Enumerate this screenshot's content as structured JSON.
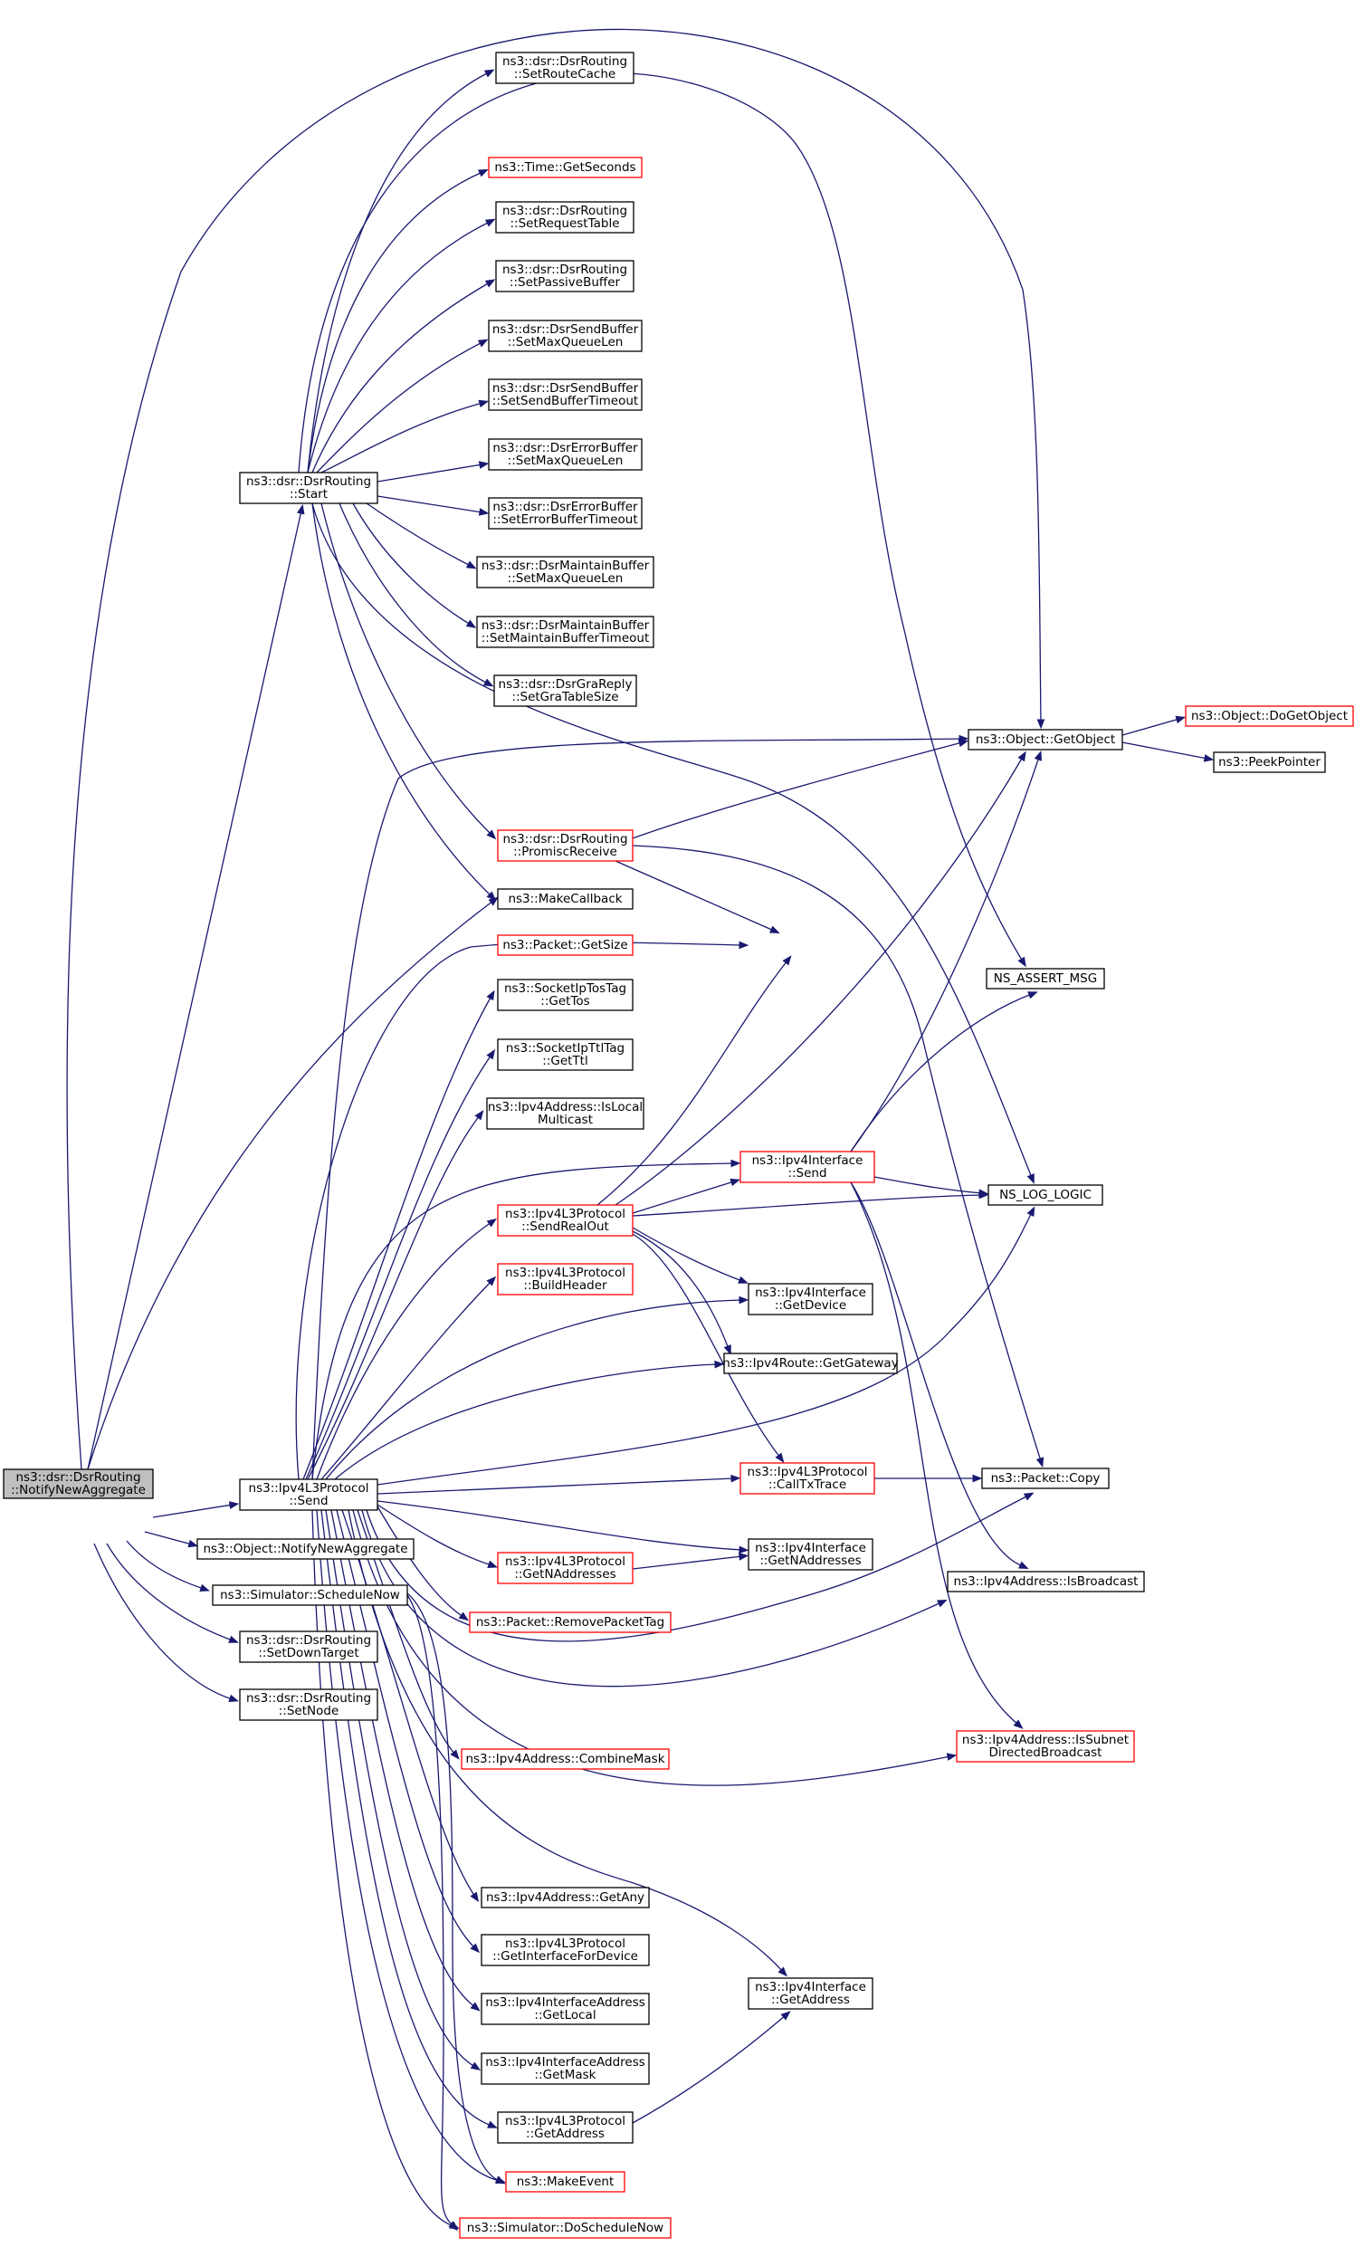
{
  "colors": {
    "edge": "#191970",
    "border_normal": "#000000",
    "border_truncated": "#ff0000",
    "fill_root": "#bfbfbf",
    "fill_normal": "#ffffff"
  },
  "nodes": [
    {
      "id": "root",
      "lines": [
        "ns3::dsr::DsrRouting",
        "::NotifyNewAggregate"
      ],
      "style": "root"
    },
    {
      "id": "start",
      "lines": [
        "ns3::dsr::DsrRouting",
        "::Start"
      ],
      "style": "normal"
    },
    {
      "id": "send",
      "lines": [
        "ns3::Ipv4L3Protocol",
        "::Send"
      ],
      "style": "normal"
    },
    {
      "id": "objNotify",
      "lines": [
        "ns3::Object::NotifyNewAggregate"
      ],
      "style": "normal"
    },
    {
      "id": "schedNow",
      "lines": [
        "ns3::Simulator::ScheduleNow"
      ],
      "style": "normal"
    },
    {
      "id": "setDownTarget",
      "lines": [
        "ns3::dsr::DsrRouting",
        "::SetDownTarget"
      ],
      "style": "normal"
    },
    {
      "id": "setNode",
      "lines": [
        "ns3::dsr::DsrRouting",
        "::SetNode"
      ],
      "style": "normal"
    },
    {
      "id": "setRouteCache",
      "lines": [
        "ns3::dsr::DsrRouting",
        "::SetRouteCache"
      ],
      "style": "normal"
    },
    {
      "id": "getSeconds",
      "lines": [
        "ns3::Time::GetSeconds"
      ],
      "style": "truncated"
    },
    {
      "id": "setRequestTable",
      "lines": [
        "ns3::dsr::DsrRouting",
        "::SetRequestTable"
      ],
      "style": "normal"
    },
    {
      "id": "setPassiveBuffer",
      "lines": [
        "ns3::dsr::DsrRouting",
        "::SetPassiveBuffer"
      ],
      "style": "normal"
    },
    {
      "id": "sbMaxQueueLen",
      "lines": [
        "ns3::dsr::DsrSendBuffer",
        "::SetMaxQueueLen"
      ],
      "style": "normal"
    },
    {
      "id": "sbTimeout",
      "lines": [
        "ns3::dsr::DsrSendBuffer",
        "::SetSendBufferTimeout"
      ],
      "style": "normal"
    },
    {
      "id": "ebMaxQueueLen",
      "lines": [
        "ns3::dsr::DsrErrorBuffer",
        "::SetMaxQueueLen"
      ],
      "style": "normal"
    },
    {
      "id": "ebTimeout",
      "lines": [
        "ns3::dsr::DsrErrorBuffer",
        "::SetErrorBufferTimeout"
      ],
      "style": "normal"
    },
    {
      "id": "mbMaxQueueLen",
      "lines": [
        "ns3::dsr::DsrMaintainBuffer",
        "::SetMaxQueueLen"
      ],
      "style": "normal"
    },
    {
      "id": "mbTimeout",
      "lines": [
        "ns3::dsr::DsrMaintainBuffer",
        "::SetMaintainBufferTimeout"
      ],
      "style": "normal"
    },
    {
      "id": "graSize",
      "lines": [
        "ns3::dsr::DsrGraReply",
        "::SetGraTableSize"
      ],
      "style": "normal"
    },
    {
      "id": "promisc",
      "lines": [
        "ns3::dsr::DsrRouting",
        "::PromiscReceive"
      ],
      "style": "truncated"
    },
    {
      "id": "makeCallback",
      "lines": [
        "ns3::MakeCallback"
      ],
      "style": "normal"
    },
    {
      "id": "getSize",
      "lines": [
        "ns3::Packet::GetSize"
      ],
      "style": "truncated"
    },
    {
      "id": "getTos",
      "lines": [
        "ns3::SocketIpTosTag",
        "::GetTos"
      ],
      "style": "normal"
    },
    {
      "id": "getTtl",
      "lines": [
        "ns3::SocketIpTtlTag",
        "::GetTtl"
      ],
      "style": "normal"
    },
    {
      "id": "isLocalMc",
      "lines": [
        "ns3::Ipv4Address::IsLocal",
        "Multicast"
      ],
      "style": "normal"
    },
    {
      "id": "sendRealOut",
      "lines": [
        "ns3::Ipv4L3Protocol",
        "::SendRealOut"
      ],
      "style": "truncated"
    },
    {
      "id": "buildHeader",
      "lines": [
        "ns3::Ipv4L3Protocol",
        "::BuildHeader"
      ],
      "style": "truncated"
    },
    {
      "id": "getNAddrL3",
      "lines": [
        "ns3::Ipv4L3Protocol",
        "::GetNAddresses"
      ],
      "style": "truncated"
    },
    {
      "id": "removeTag",
      "lines": [
        "ns3::Packet::RemovePacketTag"
      ],
      "style": "truncated"
    },
    {
      "id": "combineMask",
      "lines": [
        "ns3::Ipv4Address::CombineMask"
      ],
      "style": "truncated"
    },
    {
      "id": "getAny",
      "lines": [
        "ns3::Ipv4Address::GetAny"
      ],
      "style": "normal"
    },
    {
      "id": "getIfForDev",
      "lines": [
        "ns3::Ipv4L3Protocol",
        "::GetInterfaceForDevice"
      ],
      "style": "normal"
    },
    {
      "id": "getLocal",
      "lines": [
        "ns3::Ipv4InterfaceAddress",
        "::GetLocal"
      ],
      "style": "normal"
    },
    {
      "id": "getMask",
      "lines": [
        "ns3::Ipv4InterfaceAddress",
        "::GetMask"
      ],
      "style": "normal"
    },
    {
      "id": "getAddrL3",
      "lines": [
        "ns3::Ipv4L3Protocol",
        "::GetAddress"
      ],
      "style": "normal"
    },
    {
      "id": "makeEvent",
      "lines": [
        "ns3::MakeEvent"
      ],
      "style": "truncated"
    },
    {
      "id": "doSchedNow",
      "lines": [
        "ns3::Simulator::DoScheduleNow"
      ],
      "style": "truncated"
    },
    {
      "id": "ifSend",
      "lines": [
        "ns3::Ipv4Interface",
        "::Send"
      ],
      "style": "truncated"
    },
    {
      "id": "ifGetDevice",
      "lines": [
        "ns3::Ipv4Interface",
        "::GetDevice"
      ],
      "style": "normal"
    },
    {
      "id": "getGateway",
      "lines": [
        "ns3::Ipv4Route::GetGateway"
      ],
      "style": "normal"
    },
    {
      "id": "callTxTrace",
      "lines": [
        "ns3::Ipv4L3Protocol",
        "::CallTxTrace"
      ],
      "style": "truncated"
    },
    {
      "id": "ifGetNAddr",
      "lines": [
        "ns3::Ipv4Interface",
        "::GetNAddresses"
      ],
      "style": "normal"
    },
    {
      "id": "ifGetAddress",
      "lines": [
        "ns3::Ipv4Interface",
        "::GetAddress"
      ],
      "style": "normal"
    },
    {
      "id": "getObject",
      "lines": [
        "ns3::Object::GetObject"
      ],
      "style": "normal"
    },
    {
      "id": "nsAssert",
      "lines": [
        "NS_ASSERT_MSG"
      ],
      "style": "normal"
    },
    {
      "id": "nsLog",
      "lines": [
        "NS_LOG_LOGIC"
      ],
      "style": "normal"
    },
    {
      "id": "packetCopy",
      "lines": [
        "ns3::Packet::Copy"
      ],
      "style": "normal"
    },
    {
      "id": "isBroadcast",
      "lines": [
        "ns3::Ipv4Address::IsBroadcast"
      ],
      "style": "normal"
    },
    {
      "id": "isSubnetBc",
      "lines": [
        "ns3::Ipv4Address::IsSubnet",
        "DirectedBroadcast"
      ],
      "style": "truncated"
    },
    {
      "id": "doGetObject",
      "lines": [
        "ns3::Object::DoGetObject"
      ],
      "style": "truncated"
    },
    {
      "id": "peekPointer",
      "lines": [
        "ns3::PeekPointer"
      ],
      "style": "normal"
    }
  ],
  "edges": [
    [
      "root",
      "start"
    ],
    [
      "root",
      "send"
    ],
    [
      "root",
      "objNotify"
    ],
    [
      "root",
      "schedNow"
    ],
    [
      "root",
      "setDownTarget"
    ],
    [
      "root",
      "setNode"
    ],
    [
      "root",
      "getObject"
    ],
    [
      "root",
      "makeCallback"
    ],
    [
      "start",
      "setRouteCache"
    ],
    [
      "start",
      "getSeconds"
    ],
    [
      "start",
      "setRequestTable"
    ],
    [
      "start",
      "setPassiveBuffer"
    ],
    [
      "start",
      "sbMaxQueueLen"
    ],
    [
      "start",
      "sbTimeout"
    ],
    [
      "start",
      "ebMaxQueueLen"
    ],
    [
      "start",
      "ebTimeout"
    ],
    [
      "start",
      "mbMaxQueueLen"
    ],
    [
      "start",
      "mbTimeout"
    ],
    [
      "start",
      "graSize"
    ],
    [
      "start",
      "promisc"
    ],
    [
      "start",
      "makeCallback"
    ],
    [
      "start",
      "nsAssert"
    ],
    [
      "start",
      "nsLog"
    ],
    [
      "promisc",
      "getObject"
    ],
    [
      "promisc",
      "getSize"
    ],
    [
      "promisc",
      "packetCopy"
    ],
    [
      "send",
      "getObject"
    ],
    [
      "send",
      "getSize"
    ],
    [
      "send",
      "getTos"
    ],
    [
      "send",
      "getTtl"
    ],
    [
      "send",
      "isLocalMc"
    ],
    [
      "send",
      "ifSend"
    ],
    [
      "send",
      "sendRealOut"
    ],
    [
      "send",
      "buildHeader"
    ],
    [
      "send",
      "ifGetDevice"
    ],
    [
      "send",
      "getGateway"
    ],
    [
      "send",
      "nsLog"
    ],
    [
      "send",
      "callTxTrace"
    ],
    [
      "send",
      "getNAddrL3"
    ],
    [
      "send",
      "ifGetNAddr"
    ],
    [
      "send",
      "removeTag"
    ],
    [
      "send",
      "packetCopy"
    ],
    [
      "send",
      "isBroadcast"
    ],
    [
      "send",
      "combineMask"
    ],
    [
      "send",
      "isSubnetBc"
    ],
    [
      "send",
      "ifGetAddress"
    ],
    [
      "send",
      "getAny"
    ],
    [
      "send",
      "getIfForDev"
    ],
    [
      "send",
      "getLocal"
    ],
    [
      "send",
      "getMask"
    ],
    [
      "send",
      "getAddrL3"
    ],
    [
      "send",
      "makeEvent"
    ],
    [
      "send",
      "doSchedNow"
    ],
    [
      "sendRealOut",
      "getSize"
    ],
    [
      "sendRealOut",
      "getObject"
    ],
    [
      "sendRealOut",
      "ifSend"
    ],
    [
      "sendRealOut",
      "nsLog"
    ],
    [
      "sendRealOut",
      "ifGetDevice"
    ],
    [
      "sendRealOut",
      "getGateway"
    ],
    [
      "sendRealOut",
      "callTxTrace"
    ],
    [
      "ifSend",
      "getObject"
    ],
    [
      "ifSend",
      "nsAssert"
    ],
    [
      "ifSend",
      "nsLog"
    ],
    [
      "ifSend",
      "isBroadcast"
    ],
    [
      "ifSend",
      "isSubnetBc"
    ],
    [
      "callTxTrace",
      "packetCopy"
    ],
    [
      "getNAddrL3",
      "ifGetNAddr"
    ],
    [
      "getAddrL3",
      "ifGetAddress"
    ],
    [
      "schedNow",
      "makeEvent"
    ],
    [
      "schedNow",
      "doSchedNow"
    ],
    [
      "getObject",
      "doGetObject"
    ],
    [
      "getObject",
      "peekPointer"
    ]
  ]
}
